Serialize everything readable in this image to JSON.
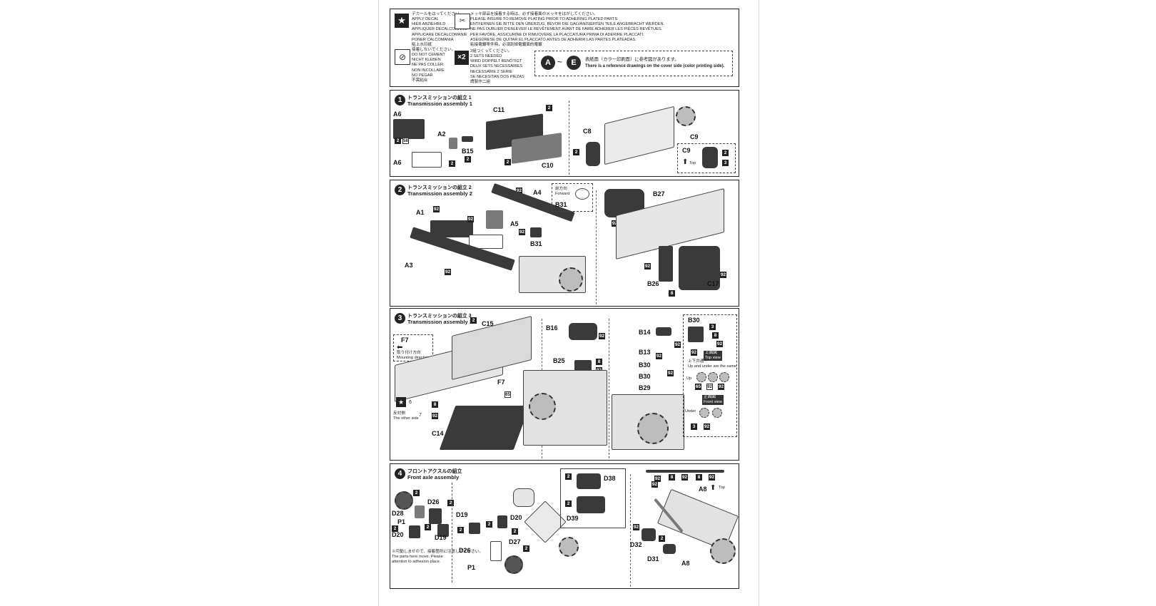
{
  "legend": {
    "decal": {
      "jp": "デカールをはってください。",
      "lines": "APPLY DECAL\nHIER ABZIEHBILD\nAPPLIQUER DECALCOMANIE\nAPPLICARE DECALCOMANIE\nPONER CALCOMANIA\n貼上水印紙"
    },
    "plated": {
      "jp": "メッキ部品を接着する時は、必ず接着面のメッキをはがしてください。",
      "lines": "PLEASE INSURE TO REMOVE PLATING PRIOR TO ADHERING PLATED PARTS.\nENTFERNEN SIE BITTE DEN ÜBERZUG, BEVOR DIE GALVANISIERTEN TEILE ANGEBRACHT WERDEN.\nNE PAS OUBLIER D'ENLEVER LE REVÊTEMENT AVANT DE FAIRE ADHÉRER LES PIÈCES REVÊTUES.\nPER FAVORE, ASSICURINE DI RIMUOVERE LA PLACCATURA PRIMA DI ADERIRE PLACCATI.\nASEGÚRESE DE QUITAR EL PLACCATO ANTES DE ADHERIR LAS PARTES PLATEADAS.\n粘接電鍍零件時，必須刮掉電鍍面的電鍍"
    },
    "nocement": {
      "jp": "接着しないでください。",
      "lines": "DO NOT CEMENT\nNICHT KLEBEN\nNE PAS COLLER\nNON INCOLLARE\nNO PEGAR\n不需粘合"
    },
    "twosets": {
      "badge": "×2",
      "jp": "2組つくってください。",
      "lines": "2 SETS NEEDED\nWIRD DOPPELT BENÖTIGT\nDEUX SETS NECESSAIRES\nNECESSARIE 2 SERIE\nSE NECESITAN DOS PIEZAS\n請製作二組"
    },
    "ref": {
      "from": "A",
      "tilde": "~",
      "to": "E",
      "jp": "表紙面（カラー印刷面）に参考図があります。",
      "en": "There is a reference drawings on the cover side (color printing side)."
    }
  },
  "steps": [
    {
      "num": "1",
      "jp": "トランスミッションの組立 1",
      "en": "Transmission assembly 1",
      "labels": [
        "A6",
        "A2",
        "B15",
        "A6",
        "C11",
        "C10",
        "C8",
        "C9",
        "C9"
      ],
      "nums": [
        "2",
        "58",
        "2",
        "2",
        "2",
        "2",
        "2",
        "2",
        "3"
      ],
      "note": "Top"
    },
    {
      "num": "2",
      "jp": "トランスミッションの組立 2",
      "en": "Transmission assembly 2",
      "labels": [
        "A4",
        "A1",
        "A5",
        "B31",
        "A3",
        "B31",
        "B27",
        "B26",
        "C17"
      ],
      "nums": [
        "92",
        "92",
        "92",
        "92",
        "92",
        "92",
        "92",
        "92",
        "92",
        "92",
        "8"
      ],
      "note": "前方向\nForward"
    },
    {
      "num": "3",
      "jp": "トランスミッションの組立 3",
      "en": "Transmission assembly 3",
      "labels": [
        "C15",
        "F7",
        "F7",
        "C14",
        "B16",
        "B25",
        "B14",
        "B13",
        "B30",
        "B30",
        "B29",
        "B30"
      ],
      "nums": [
        "2",
        "65",
        "8",
        "92",
        "92",
        "8",
        "92",
        "92",
        "92",
        "92",
        "92",
        "3",
        "8",
        "92",
        "92",
        "65",
        "92",
        "92",
        "3",
        "92"
      ],
      "notes": [
        "取り付け方向\nMounting direction",
        "反対側\nThe other side",
        "上下共通\nUp and under are the same",
        "上面図\nTop view",
        "正面図\nFront view",
        "Up",
        "Under"
      ],
      "decal": "6",
      "decal2": "7"
    },
    {
      "num": "4",
      "jp": "フロントアクスルの組立",
      "en": "Front axle assembly",
      "labels": [
        "D28",
        "D26",
        "P1",
        "D20",
        "D19",
        "D19",
        "D20",
        "D26",
        "D27",
        "P1",
        "D38",
        "D39",
        "A8",
        "D32",
        "D31",
        "A8"
      ],
      "nums": [
        "2",
        "2",
        "2",
        "2",
        "2",
        "2",
        "2",
        "2",
        "2",
        "2",
        "92",
        "8",
        "92",
        "8",
        "92",
        "92",
        "92",
        "2"
      ],
      "note": "※可動しませので、接着箇所に注意してください。\nThe parts here move. Please\nattention to adhesion place.",
      "top": "Top"
    }
  ]
}
